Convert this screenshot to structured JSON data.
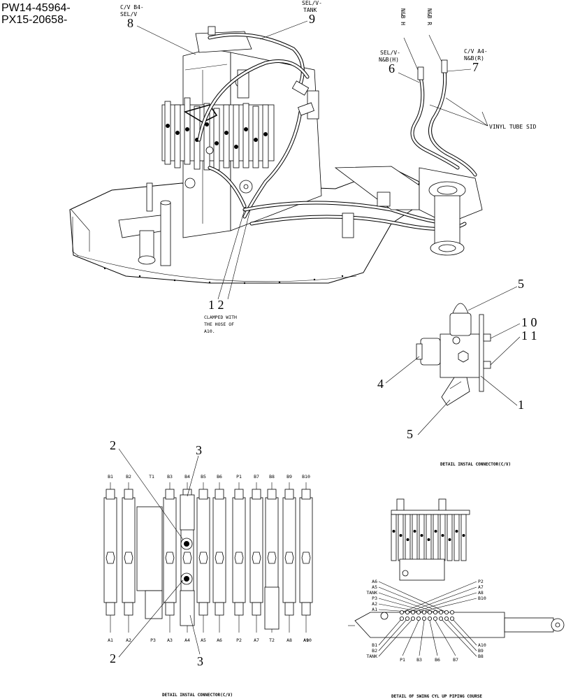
{
  "serials": {
    "line1": "PW14-45964-",
    "line2": "PX15-20658-"
  },
  "main_view": {
    "callouts": {
      "cv_b4": "C/V B4-",
      "sel_v": "SEL/V",
      "sel_v_tank_1": "SEL/V-",
      "sel_v_tank_2": "TANK",
      "nb_h": "N&B H",
      "nb_r": "N&B R",
      "sel_v_nb_h_1": "SEL/V-",
      "sel_v_nb_h_2": "N&B(H)",
      "cv_a4_1": "C/V A4-",
      "cv_a4_2": "N&B(R)",
      "vinyl_tube": "VINYL TUBE SID",
      "clamp_1": "CLAMPED WITH",
      "clamp_2": "THE HOSE OF",
      "clamp_3": "A10."
    },
    "item_numbers": {
      "n8": "8",
      "n9": "9",
      "n6": "6",
      "n7": "7",
      "n12": "1 2"
    }
  },
  "connector_detail": {
    "items": {
      "n5_top": "5",
      "n10": "1 0",
      "n11": "1 1",
      "n4": "4",
      "n1": "1",
      "n5_bottom": "5"
    },
    "caption": "DETAIL INSTAL CONNECTOR(C/V)"
  },
  "valve_detail": {
    "top_ports": [
      "B1",
      "B2",
      "T1",
      "B3",
      "B4",
      "B5",
      "B6",
      "P1",
      "B7",
      "B8",
      "B9",
      "B10"
    ],
    "bottom_ports": [
      "A1",
      "A2",
      "P3",
      "A3",
      "A4",
      "A5",
      "A6",
      "P2",
      "A7",
      "T2",
      "A8",
      "A9",
      "A10"
    ],
    "items": {
      "n2_top": "2",
      "n3_top": "3",
      "n2_bottom": "2",
      "n3_bottom": "3"
    },
    "caption": "DETAIL INSTAL CONNECTOR(C/V)"
  },
  "swing_detail": {
    "left_labels_top": [
      "A6",
      "A5",
      "TANK",
      "P3",
      "A2",
      "A1"
    ],
    "right_labels_top": [
      "P2",
      "A7",
      "A8",
      "B10"
    ],
    "left_labels_bottom": [
      "B1",
      "B2",
      "TANK"
    ],
    "bottom_labels": [
      "P1",
      "B3",
      "B6",
      "B7"
    ],
    "right_labels_bottom": [
      "A10",
      "B9",
      "B8"
    ],
    "caption": "DETAIL OF SWING CYL UP PIPING COURSE"
  }
}
